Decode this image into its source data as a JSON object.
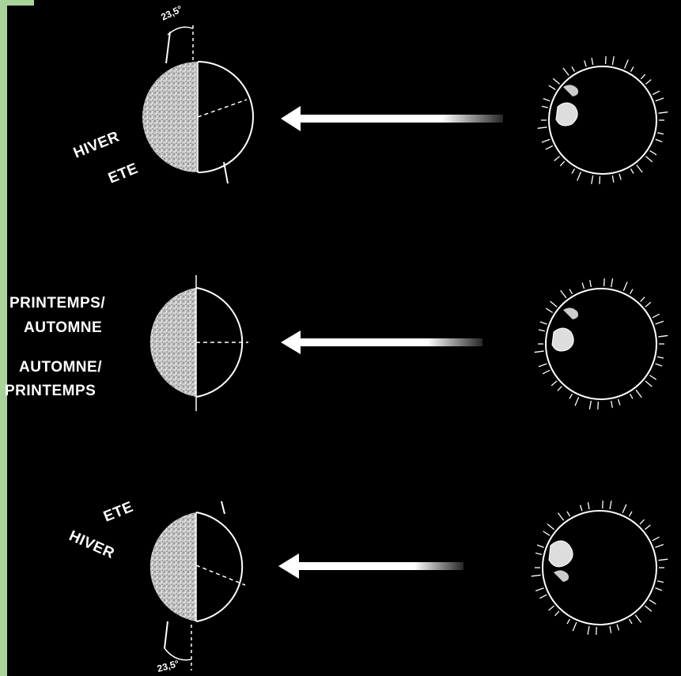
{
  "colors": {
    "background": "#000000",
    "frame": "#a8d39a",
    "foreground": "#ffffff",
    "shade": "#bdbdbd"
  },
  "diagram": {
    "rows": [
      {
        "id": "top",
        "labels": [
          "HIVER",
          "ETE"
        ],
        "tilt_label": "23,5°"
      },
      {
        "id": "middle",
        "labels": [
          "PRINTEMPS/",
          "AUTOMNE",
          "AUTOMNE/",
          "PRINTEMPS"
        ]
      },
      {
        "id": "bottom",
        "labels": [
          "ETE",
          "HIVER"
        ],
        "tilt_label": "23,5°"
      }
    ]
  }
}
